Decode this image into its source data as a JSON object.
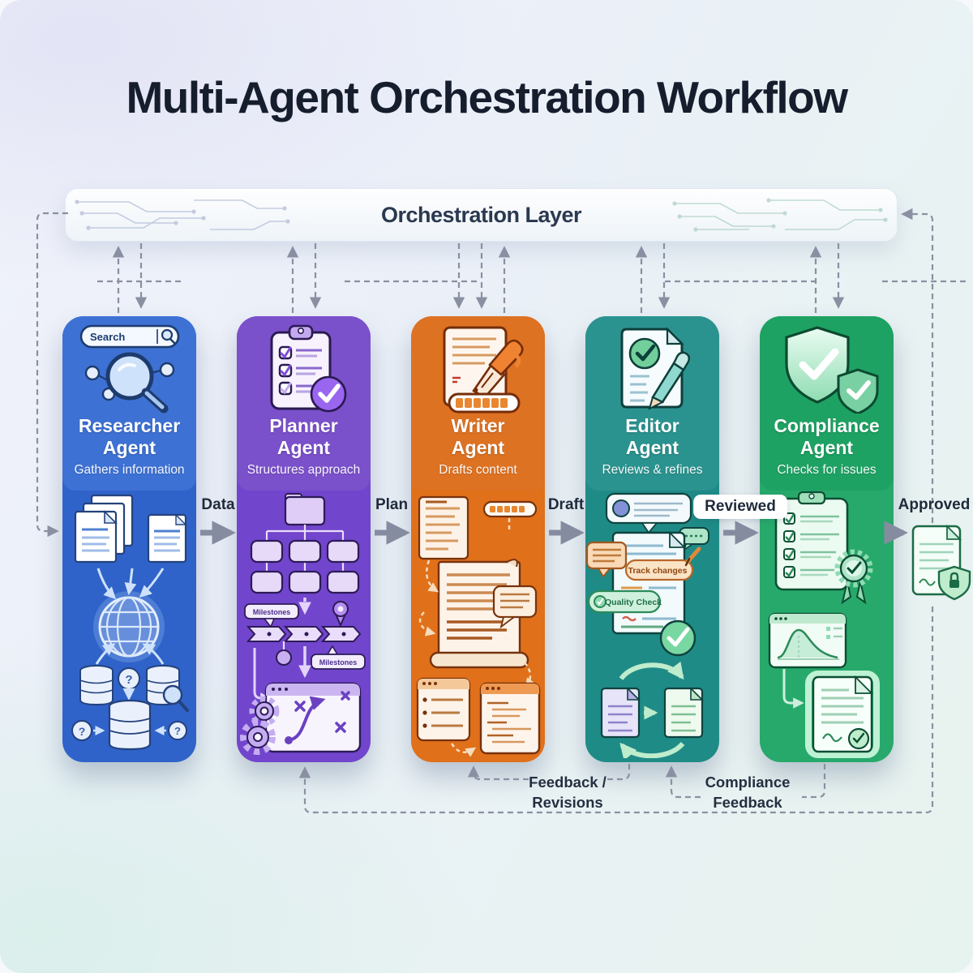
{
  "title": "Multi-Agent Orchestration Workflow",
  "orchestration": {
    "label": "Orchestration Layer"
  },
  "agents": [
    {
      "name_top": "Researcher",
      "name_bottom": "Agent",
      "subtitle": "Gathers information",
      "icon": "search-magnifier-network-icon",
      "header_color": "#3E71D4",
      "body_color": "#2F63C9"
    },
    {
      "name_top": "Planner",
      "name_bottom": "Agent",
      "subtitle": "Structures approach",
      "icon": "clipboard-checklist-icon",
      "header_color": "#7B50CB",
      "body_color": "#7245CD"
    },
    {
      "name_top": "Writer",
      "name_bottom": "Agent",
      "subtitle": "Drafts content",
      "icon": "document-pen-icon",
      "header_color": "#DD7223",
      "body_color": "#E0701A"
    },
    {
      "name_top": "Editor",
      "name_bottom": "Agent",
      "subtitle": "Reviews & refines",
      "icon": "document-check-pencil-icon",
      "header_color": "#2B938F",
      "body_color": "#1F8B87"
    },
    {
      "name_top": "Compliance",
      "name_bottom": "Agent",
      "subtitle": "Checks for issues",
      "icon": "shield-check-icon",
      "header_color": "#1EA263",
      "body_color": "#27A96B"
    }
  ],
  "flow": {
    "data": "Data",
    "plan": "Plan",
    "draft": "Draft",
    "reviewed": "Reviewed",
    "approved": "Approved"
  },
  "feedback": {
    "revisions_line1": "Feedback /",
    "revisions_line2": "Revisions",
    "compliance_line1": "Compliance",
    "compliance_line2": "Feedback"
  },
  "art_text": {
    "search": "Search",
    "milestones": "Milestones",
    "track_changes": "Track changes",
    "quality_check": "Quality Check",
    "question_mark": "?"
  },
  "colors": {
    "arrow": "#868CA0",
    "dashed_line": "#8A90A2",
    "label_text": "#1F2A3C"
  }
}
